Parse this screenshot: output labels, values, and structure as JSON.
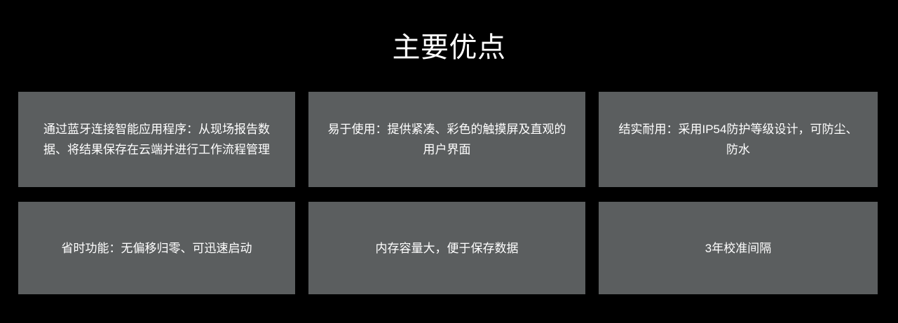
{
  "slide": {
    "title": "主要优点",
    "background_color": "#000000",
    "card_color": "#5b5e5f",
    "text_color": "#ffffff"
  },
  "cards": [
    {
      "text": "通过蓝牙连接智能应用程序：从现场报告数据、将结果保存在云端并进行工作流程管理"
    },
    {
      "text": "易于使用：提供紧凑、彩色的触摸屏及直观的用户界面"
    },
    {
      "text": "结实耐用：采用IP54防护等级设计，可防尘、防水"
    },
    {
      "text": "省时功能：无偏移归零、可迅速启动"
    },
    {
      "text": "内存容量大，便于保存数据"
    },
    {
      "text": "3年校准间隔"
    }
  ]
}
